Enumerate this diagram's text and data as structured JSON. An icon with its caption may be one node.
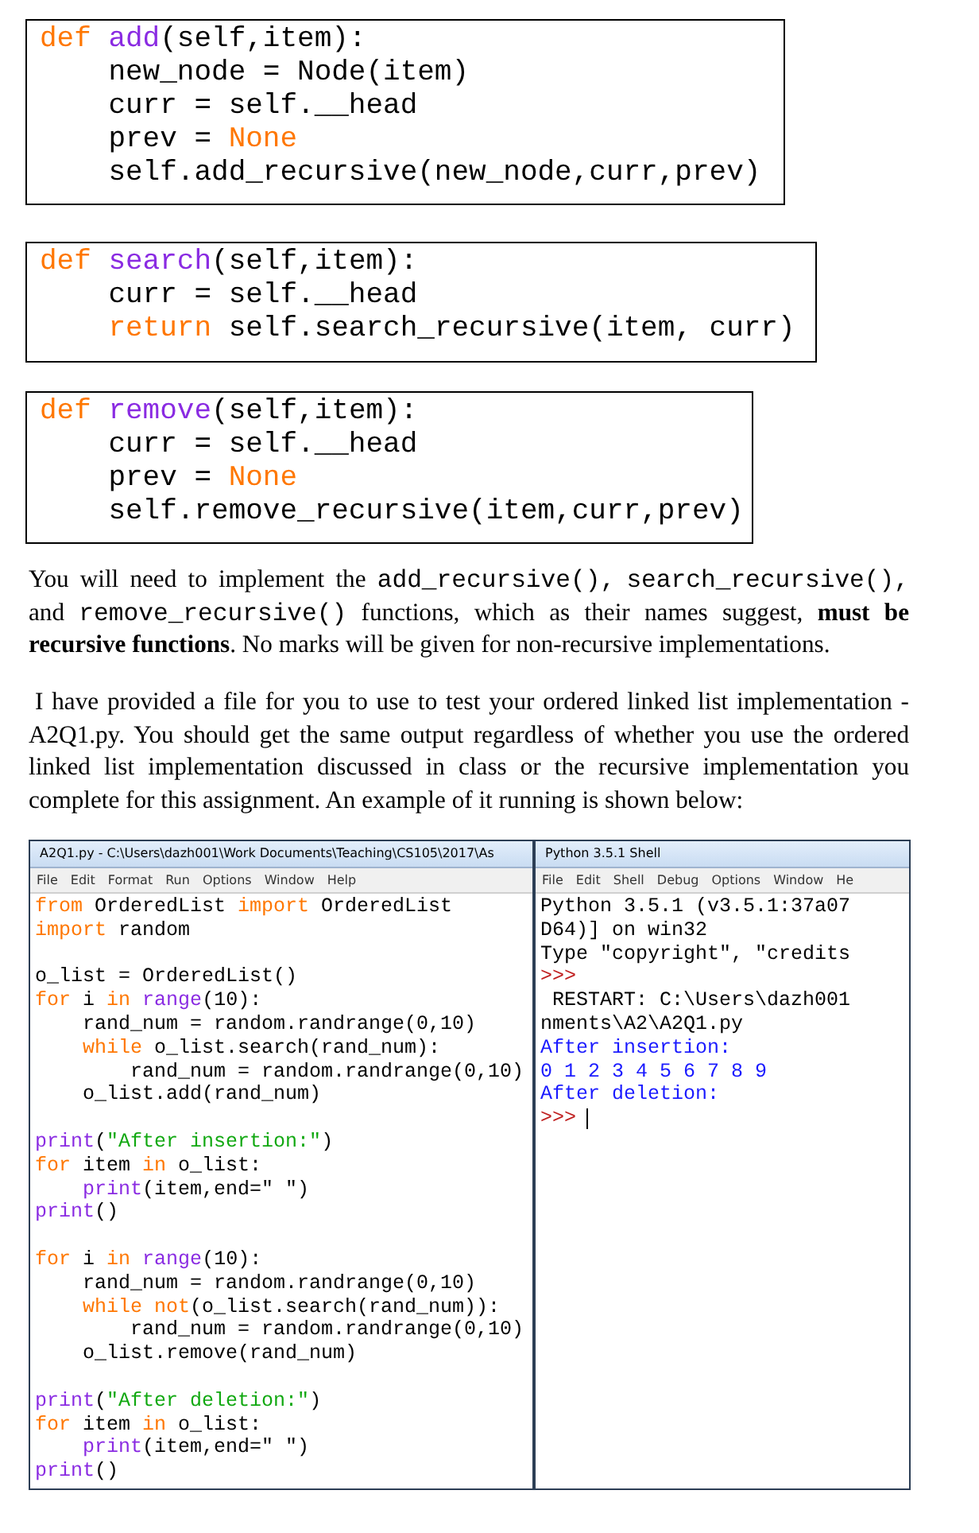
{
  "diagram": {
    "nodes": [
      {
        "text": [
          "def",
          "add",
          "(self,item):",
          "new_node = Node(item)",
          "curr = self.__head",
          "prev =",
          "None",
          "self.add_recursive(new_node,curr,prev)"
        ]
      },
      {
        "text": [
          "def",
          "search",
          "(self,item):",
          "curr = self.__head",
          "return",
          "self.search_recursive(item, curr)"
        ]
      },
      {
        "text": [
          "def",
          "remove",
          "(self,item):",
          "curr = self.__head",
          "prev =",
          "None",
          "self.remove_recursive(item,curr,prev)"
        ]
      },
      {
        "text": [
          "A2Q1.py - C:\\Users\\dazh001\\Work Documents\\Teaching\\CS105\\2017\\As",
          "File",
          "Edit",
          "Format",
          "Run",
          "Options",
          "Window",
          "Help",
          "from",
          "OrderedList",
          "import",
          "OrderedList",
          "import",
          "random",
          "o_list = OrderedList()",
          "for",
          "i",
          "in",
          "range",
          "(10):",
          "rand_num = random.randrange(0,10)",
          "while",
          "o_list.search(rand_num):",
          "rand_num = random.randrange(0,10)",
          "o_list.add(rand_num)",
          "print",
          "(",
          "\"After insertion:\"",
          ")",
          "for",
          "item",
          "in",
          "o_list:",
          "print",
          "(item,end=\" \")",
          "print",
          "()",
          "for",
          "i",
          "in",
          "range",
          "(10):",
          "rand_num = random.randrange(0,10)",
          "while",
          "not",
          "(o_list.search(rand_num)):",
          "rand_num = random.randrange(0,10)",
          "o_list.remove(rand_num)",
          "print",
          "(",
          "\"After deletion:\"",
          ")",
          "for",
          "item",
          "in",
          "o_list:",
          "print",
          "(item,end=\" \")",
          "print",
          "()"
        ]
      },
      {
        "text": [
          "Python 3.5.1 Shell",
          "File",
          "Edit",
          "Shell",
          "Debug",
          "Options",
          "Window",
          "He",
          "Python 3.5.1 (v3.5.1:37a07",
          "D64)] on win32",
          "Type \"copyright\", \"credits",
          ">>>",
          "RESTART: C:\\Users\\dazh001",
          "nments\\A2\\A2Q1.py",
          "After insertion:",
          "0 1 2 3 4 5 6 7 8 9",
          "After deletion:",
          ">>>"
        ]
      }
    ],
    "labels": [
      "You will need to implement the",
      "add_recursive(),",
      "search_recursive(),",
      "and",
      "remove_recursive()",
      "functions, which as their names suggest, **must be recursive functions**. No marks will be given for non-recursive implementations.",
      "I have provided a file for you to use to test your ordered linked list implementation - A2Q1.py. You should get the same output regardless of whether you use the ordered linked list implementation discussed in class or the recursive implementation you complete for this assignment. An example of it running is shown below:"
    ]
  }
}
